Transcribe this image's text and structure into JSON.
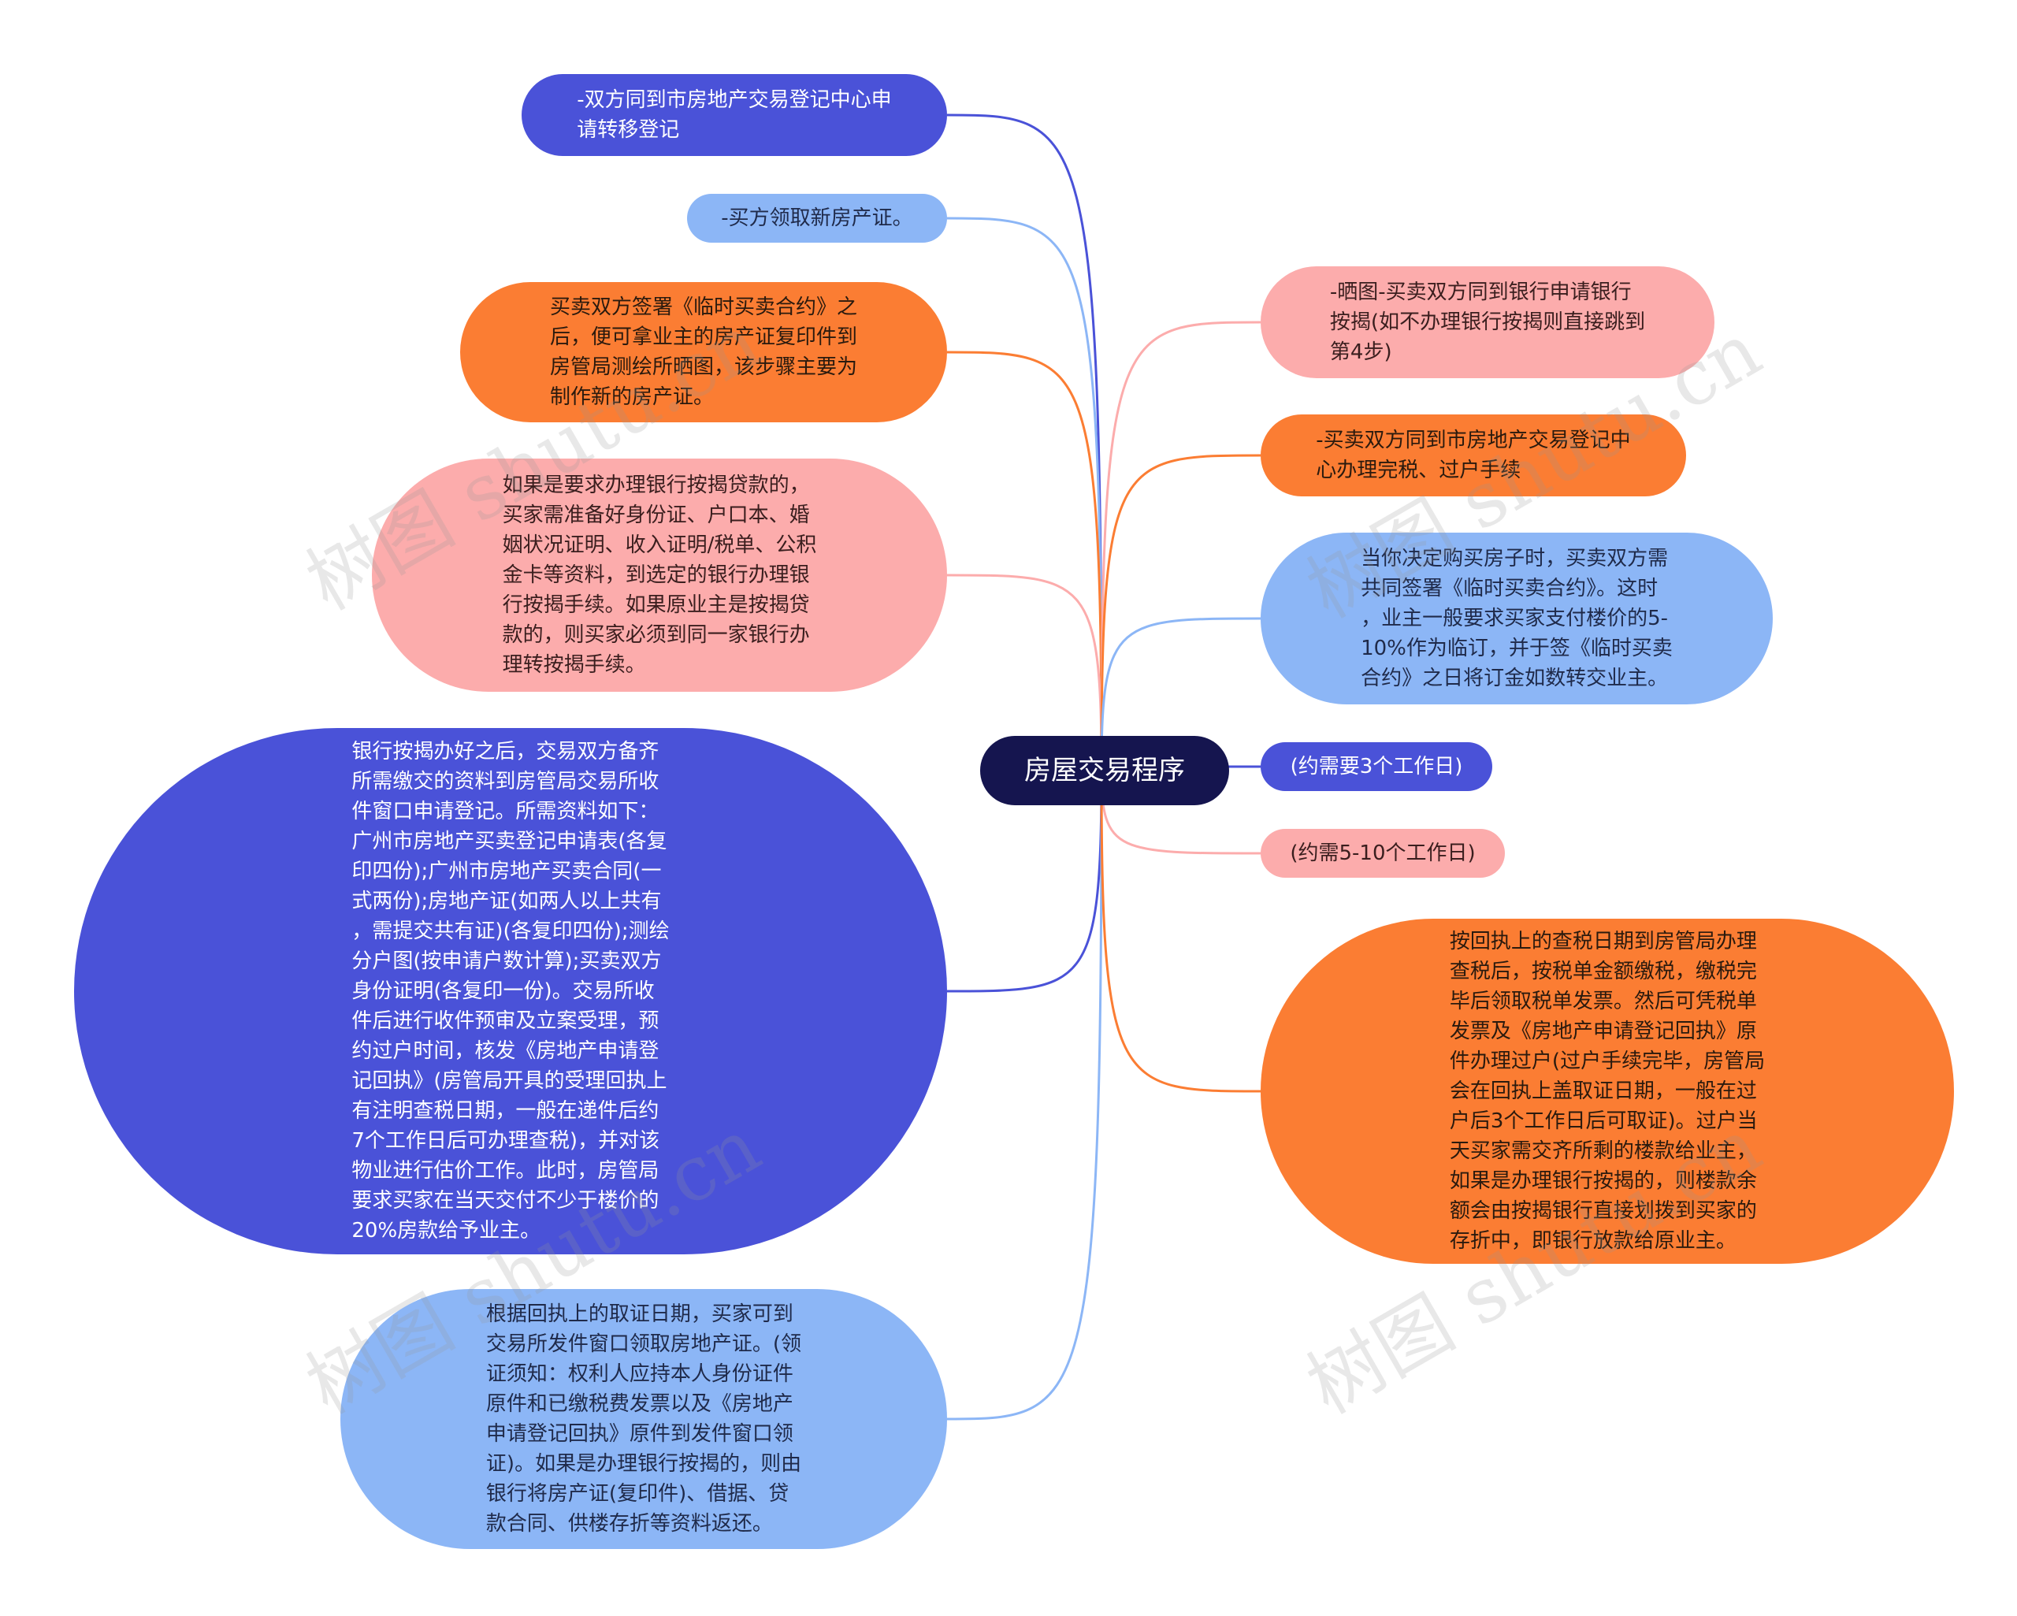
{
  "root": {
    "label": "房屋交易程序"
  },
  "left_nodes": [
    {
      "label": "-双方同到市房地产交易登记中心申\n请转移登记",
      "color": "#4a52d8"
    },
    {
      "label": "-买方领取新房产证。",
      "color": "#8cb6f6"
    },
    {
      "label": "买卖双方签署《临时买卖合约》之\n后，便可拿业主的房产证复印件到\n房管局测绘所晒图，该步骤主要为\n制作新的房产证。",
      "color": "#fb7d33"
    },
    {
      "label": "如果是要求办理银行按揭贷款的，\n买家需准备好身份证、户口本、婚\n姻状况证明、收入证明/税单、公积\n金卡等资料，到选定的银行办理银\n行按揭手续。如果原业主是按揭贷\n款的，则买家必须到同一家银行办\n理转按揭手续。",
      "color": "#fcacac"
    },
    {
      "label": "银行按揭办好之后，交易双方备齐\n所需缴交的资料到房管局交易所收\n件窗口申请登记。所需资料如下：\n广州市房地产买卖登记申请表(各复\n印四份);广州市房地产买卖合同(一\n式两份);房地产证(如两人以上共有\n，需提交共有证)(各复印四份);测绘\n分户图(按申请户数计算);买卖双方\n身份证明(各复印一份)。交易所收\n件后进行收件预审及立案受理，预\n约过户时间，核发《房地产申请登\n记回执》(房管局开具的受理回执上\n有注明查税日期，一般在递件后约\n7个工作日后可办理查税)，并对该\n物业进行估价工作。此时，房管局\n要求买家在当天交付不少于楼价的\n20%房款给予业主。",
      "color": "#4a52d8"
    },
    {
      "label": "根据回执上的取证日期，买家可到\n交易所发件窗口领取房地产证。(领\n证须知：权利人应持本人身份证件\n原件和已缴税费发票以及《房地产\n申请登记回执》原件到发件窗口领\n证)。如果是办理银行按揭的，则由\n银行将房产证(复印件)、借据、贷\n款合同、供楼存折等资料返还。",
      "color": "#8cb6f6"
    }
  ],
  "right_nodes": [
    {
      "label": "-晒图-买卖双方同到银行申请银行\n按揭(如不办理银行按揭则直接跳到\n第4步)",
      "color": "#fcacac"
    },
    {
      "label": "-买卖双方同到市房地产交易登记中\n心办理完税、过户手续",
      "color": "#fb7d33"
    },
    {
      "label": "当你决定购买房子时，买卖双方需\n共同签署《临时买卖合约》。这时\n，业主一般要求买家支付楼价的5-\n10%作为临订，并于签《临时买卖\n合约》之日将订金如数转交业主。",
      "color": "#8cb6f6"
    },
    {
      "label": "(约需要3个工作日)",
      "color": "#4a52d8"
    },
    {
      "label": "(约需5-10个工作日)",
      "color": "#fcacac"
    },
    {
      "label": "按回执上的查税日期到房管局办理\n查税后，按税单金额缴税，缴税完\n毕后领取税单发票。然后可凭税单\n发票及《房地产申请登记回执》原\n件办理过户(过户手续完毕，房管局\n会在回执上盖取证日期，一般在过\n户后3个工作日后可取证)。过户当\n天买家需交齐所剩的楼款给业主，\n如果是办理银行按揭的，则楼款余\n额会由按揭银行直接划拨到买家的\n存折中，即银行放款给原业主。",
      "color": "#fb7d33"
    }
  ],
  "watermarks": [
    "树图 shutu.cn",
    "树图 shutu.cn",
    "树图 shutu.cn",
    "树图 shutu.cn"
  ]
}
